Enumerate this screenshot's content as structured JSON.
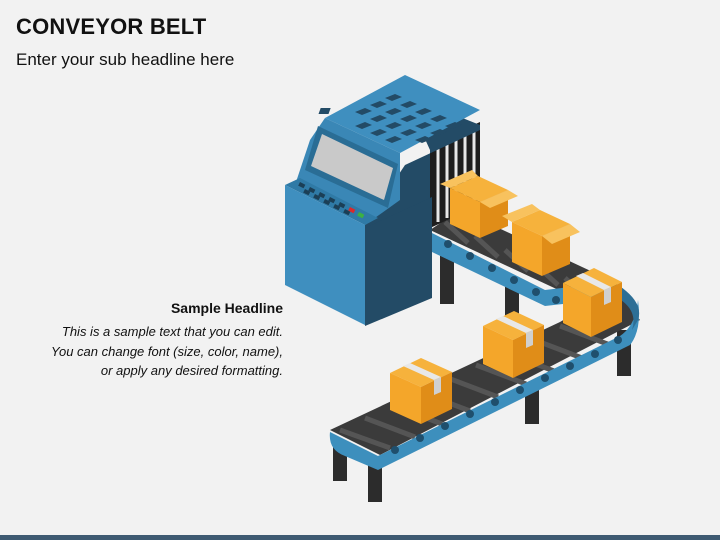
{
  "slide": {
    "title": "CONVEYOR BELT",
    "subtitle": "Enter your sub headline here"
  },
  "text_block": {
    "headline": "Sample Headline",
    "body": "This is a sample text that you can edit. You can change font (size, color, name), or apply any desired formatting."
  },
  "illustration": {
    "machine": "machine-icon",
    "conveyor": "conveyor-belt-icon",
    "box_count": 5
  },
  "colors": {
    "machine_blue": "#3f8fbf",
    "machine_dark": "#234b66",
    "belt_blue": "#3d8fbd",
    "belt_dark": "#3a3a3a",
    "box_orange": "#f4a62a",
    "accent_bar": "#3e5a72"
  }
}
